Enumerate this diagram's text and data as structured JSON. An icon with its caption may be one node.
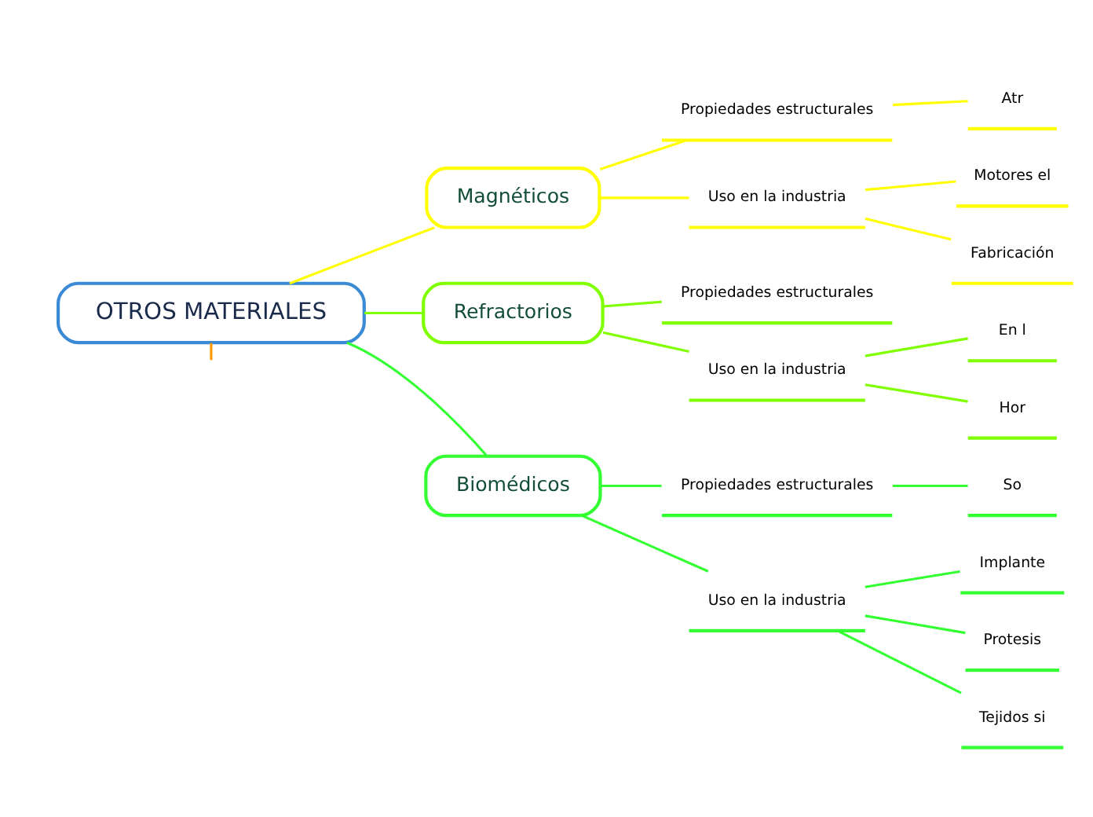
{
  "diagram": {
    "nodes": [
      {
        "text": [
          "OTROS MATERIALES"
        ]
      },
      {
        "text": [
          "Magnéticos"
        ]
      },
      {
        "text": [
          "Propiedades estructurales"
        ]
      },
      {
        "text": [
          "Atr"
        ]
      },
      {
        "text": [
          "Uso en la industria"
        ]
      },
      {
        "text": [
          "Motores el"
        ]
      },
      {
        "text": [
          "Fabricación"
        ]
      },
      {
        "text": [
          "Refractorios"
        ]
      },
      {
        "text": [
          "Propiedades estructurales"
        ]
      },
      {
        "text": [
          "Uso en la industria"
        ]
      },
      {
        "text": [
          "En l"
        ]
      },
      {
        "text": [
          "Hor"
        ]
      },
      {
        "text": [
          "Biomédicos"
        ]
      },
      {
        "text": [
          "Propiedades estructurales"
        ]
      },
      {
        "text": [
          "So"
        ]
      },
      {
        "text": [
          "Uso en la industria"
        ]
      },
      {
        "text": [
          "Implante"
        ]
      },
      {
        "text": [
          "Protesis"
        ]
      },
      {
        "text": [
          "Tejidos si"
        ]
      }
    ],
    "edges": [
      {
        "from": 0,
        "to": null,
        "arrow": "none",
        "color": "#ff9900"
      },
      {
        "from": 0,
        "to": 1,
        "arrow": "none",
        "color": "#ffff00"
      },
      {
        "from": 1,
        "to": 2,
        "arrow": "none",
        "color": "#ffff00"
      },
      {
        "from": 2,
        "to": 3,
        "arrow": "none",
        "color": "#ffff00"
      },
      {
        "from": 1,
        "to": 4,
        "arrow": "none",
        "color": "#ffff00"
      },
      {
        "from": 4,
        "to": 5,
        "arrow": "none",
        "color": "#ffff00"
      },
      {
        "from": 4,
        "to": 6,
        "arrow": "none",
        "color": "#ffff00"
      },
      {
        "from": 0,
        "to": 7,
        "arrow": "none",
        "color": "#80ff00"
      },
      {
        "from": 7,
        "to": 8,
        "arrow": "none",
        "color": "#80ff00"
      },
      {
        "from": 7,
        "to": 9,
        "arrow": "none",
        "color": "#80ff00"
      },
      {
        "from": 9,
        "to": 10,
        "arrow": "none",
        "color": "#80ff00"
      },
      {
        "from": 9,
        "to": 11,
        "arrow": "none",
        "color": "#80ff00"
      },
      {
        "from": 0,
        "to": 12,
        "arrow": "none",
        "color": "#33ff33"
      },
      {
        "from": 12,
        "to": 13,
        "arrow": "none",
        "color": "#33ff33"
      },
      {
        "from": 13,
        "to": 14,
        "arrow": "none",
        "color": "#33ff33"
      },
      {
        "from": 12,
        "to": 15,
        "arrow": "none",
        "color": "#33ff33"
      },
      {
        "from": 15,
        "to": 16,
        "arrow": "none",
        "color": "#33ff33"
      },
      {
        "from": 15,
        "to": 17,
        "arrow": "none",
        "color": "#33ff33"
      },
      {
        "from": 15,
        "to": 18,
        "arrow": "none",
        "color": "#33ff33"
      }
    ]
  }
}
